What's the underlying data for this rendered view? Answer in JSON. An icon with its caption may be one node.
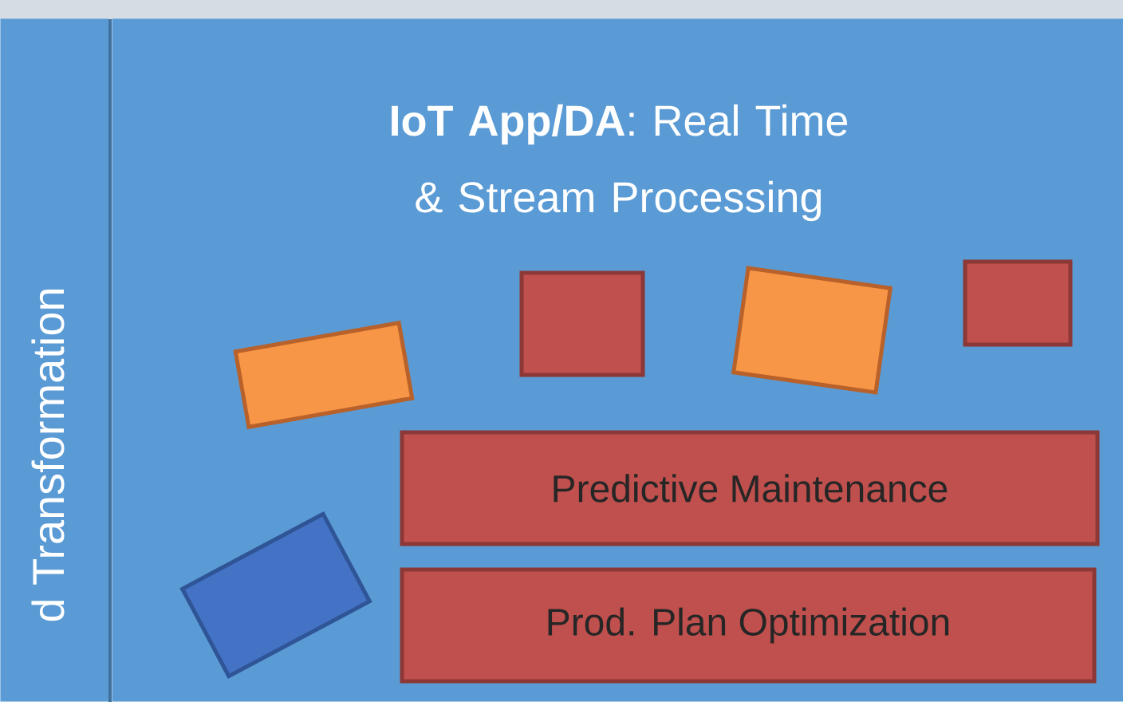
{
  "diagram": {
    "nodes": [
      {
        "text": [
          "d Transformation"
        ]
      },
      {
        "text": [
          "**IoT App/DA**: Real Time & Stream Processing"
        ]
      },
      {
        "text": [],
        "shape": "box",
        "in": 1
      },
      {
        "text": [],
        "shape": "box",
        "in": 1
      },
      {
        "text": [],
        "shape": "box",
        "in": 1
      },
      {
        "text": [],
        "shape": "box",
        "in": 1
      },
      {
        "text": [
          "Predictive Maintenance"
        ],
        "in": 1
      },
      {
        "text": [],
        "shape": "box",
        "in": 1
      },
      {
        "text": [
          "Prod. Plan Optimization"
        ],
        "in": 1
      }
    ]
  }
}
